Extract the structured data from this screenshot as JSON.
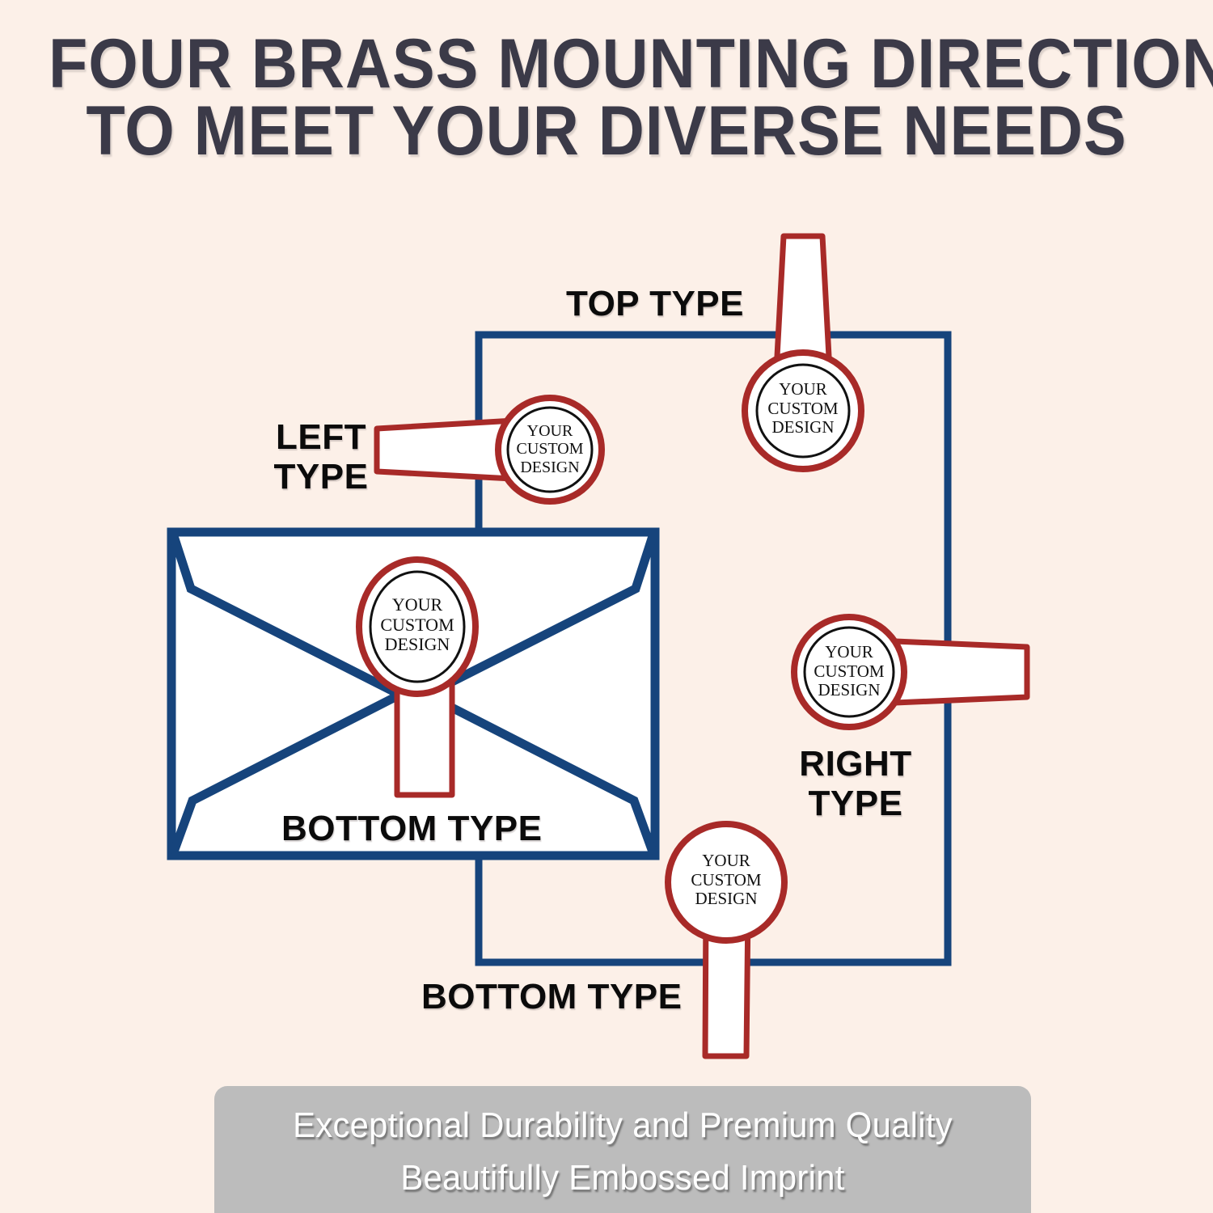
{
  "page": {
    "background_color": "#fcf0e8",
    "title_color": "#3b3a48",
    "navy_color": "#16447c",
    "red_color": "#a82a28",
    "label_color": "#0b0b0b",
    "banner_color": "#bcbcbc",
    "seal_fill": "#ffffff"
  },
  "title": {
    "line1": "FOUR BRASS MOUNTING DIRECTIONS",
    "line2": "TO MEET YOUR DIVERSE NEEDS"
  },
  "seal": {
    "line1": "YOUR",
    "line2": "CUSTOM",
    "line3": "DESIGN",
    "full_text": "YOUR\nCUSTOM\nDESIGN"
  },
  "labels": {
    "top": "TOP TYPE",
    "left": "LEFT\nTYPE",
    "right": "RIGHT\nTYPE",
    "bottom_envelope": "BOTTOM TYPE",
    "bottom_outer": "BOTTOM TYPE"
  },
  "banner": {
    "line1": "Exceptional Durability and Premium Quality",
    "line2": "Beautifully Embossed Imprint"
  },
  "diagram": {
    "outer_rect_label": "mounting-frame",
    "envelope_label": "envelope-illustration",
    "seal_count": 5,
    "directions": [
      "top",
      "left",
      "right",
      "bottom",
      "bottom-envelope"
    ]
  }
}
